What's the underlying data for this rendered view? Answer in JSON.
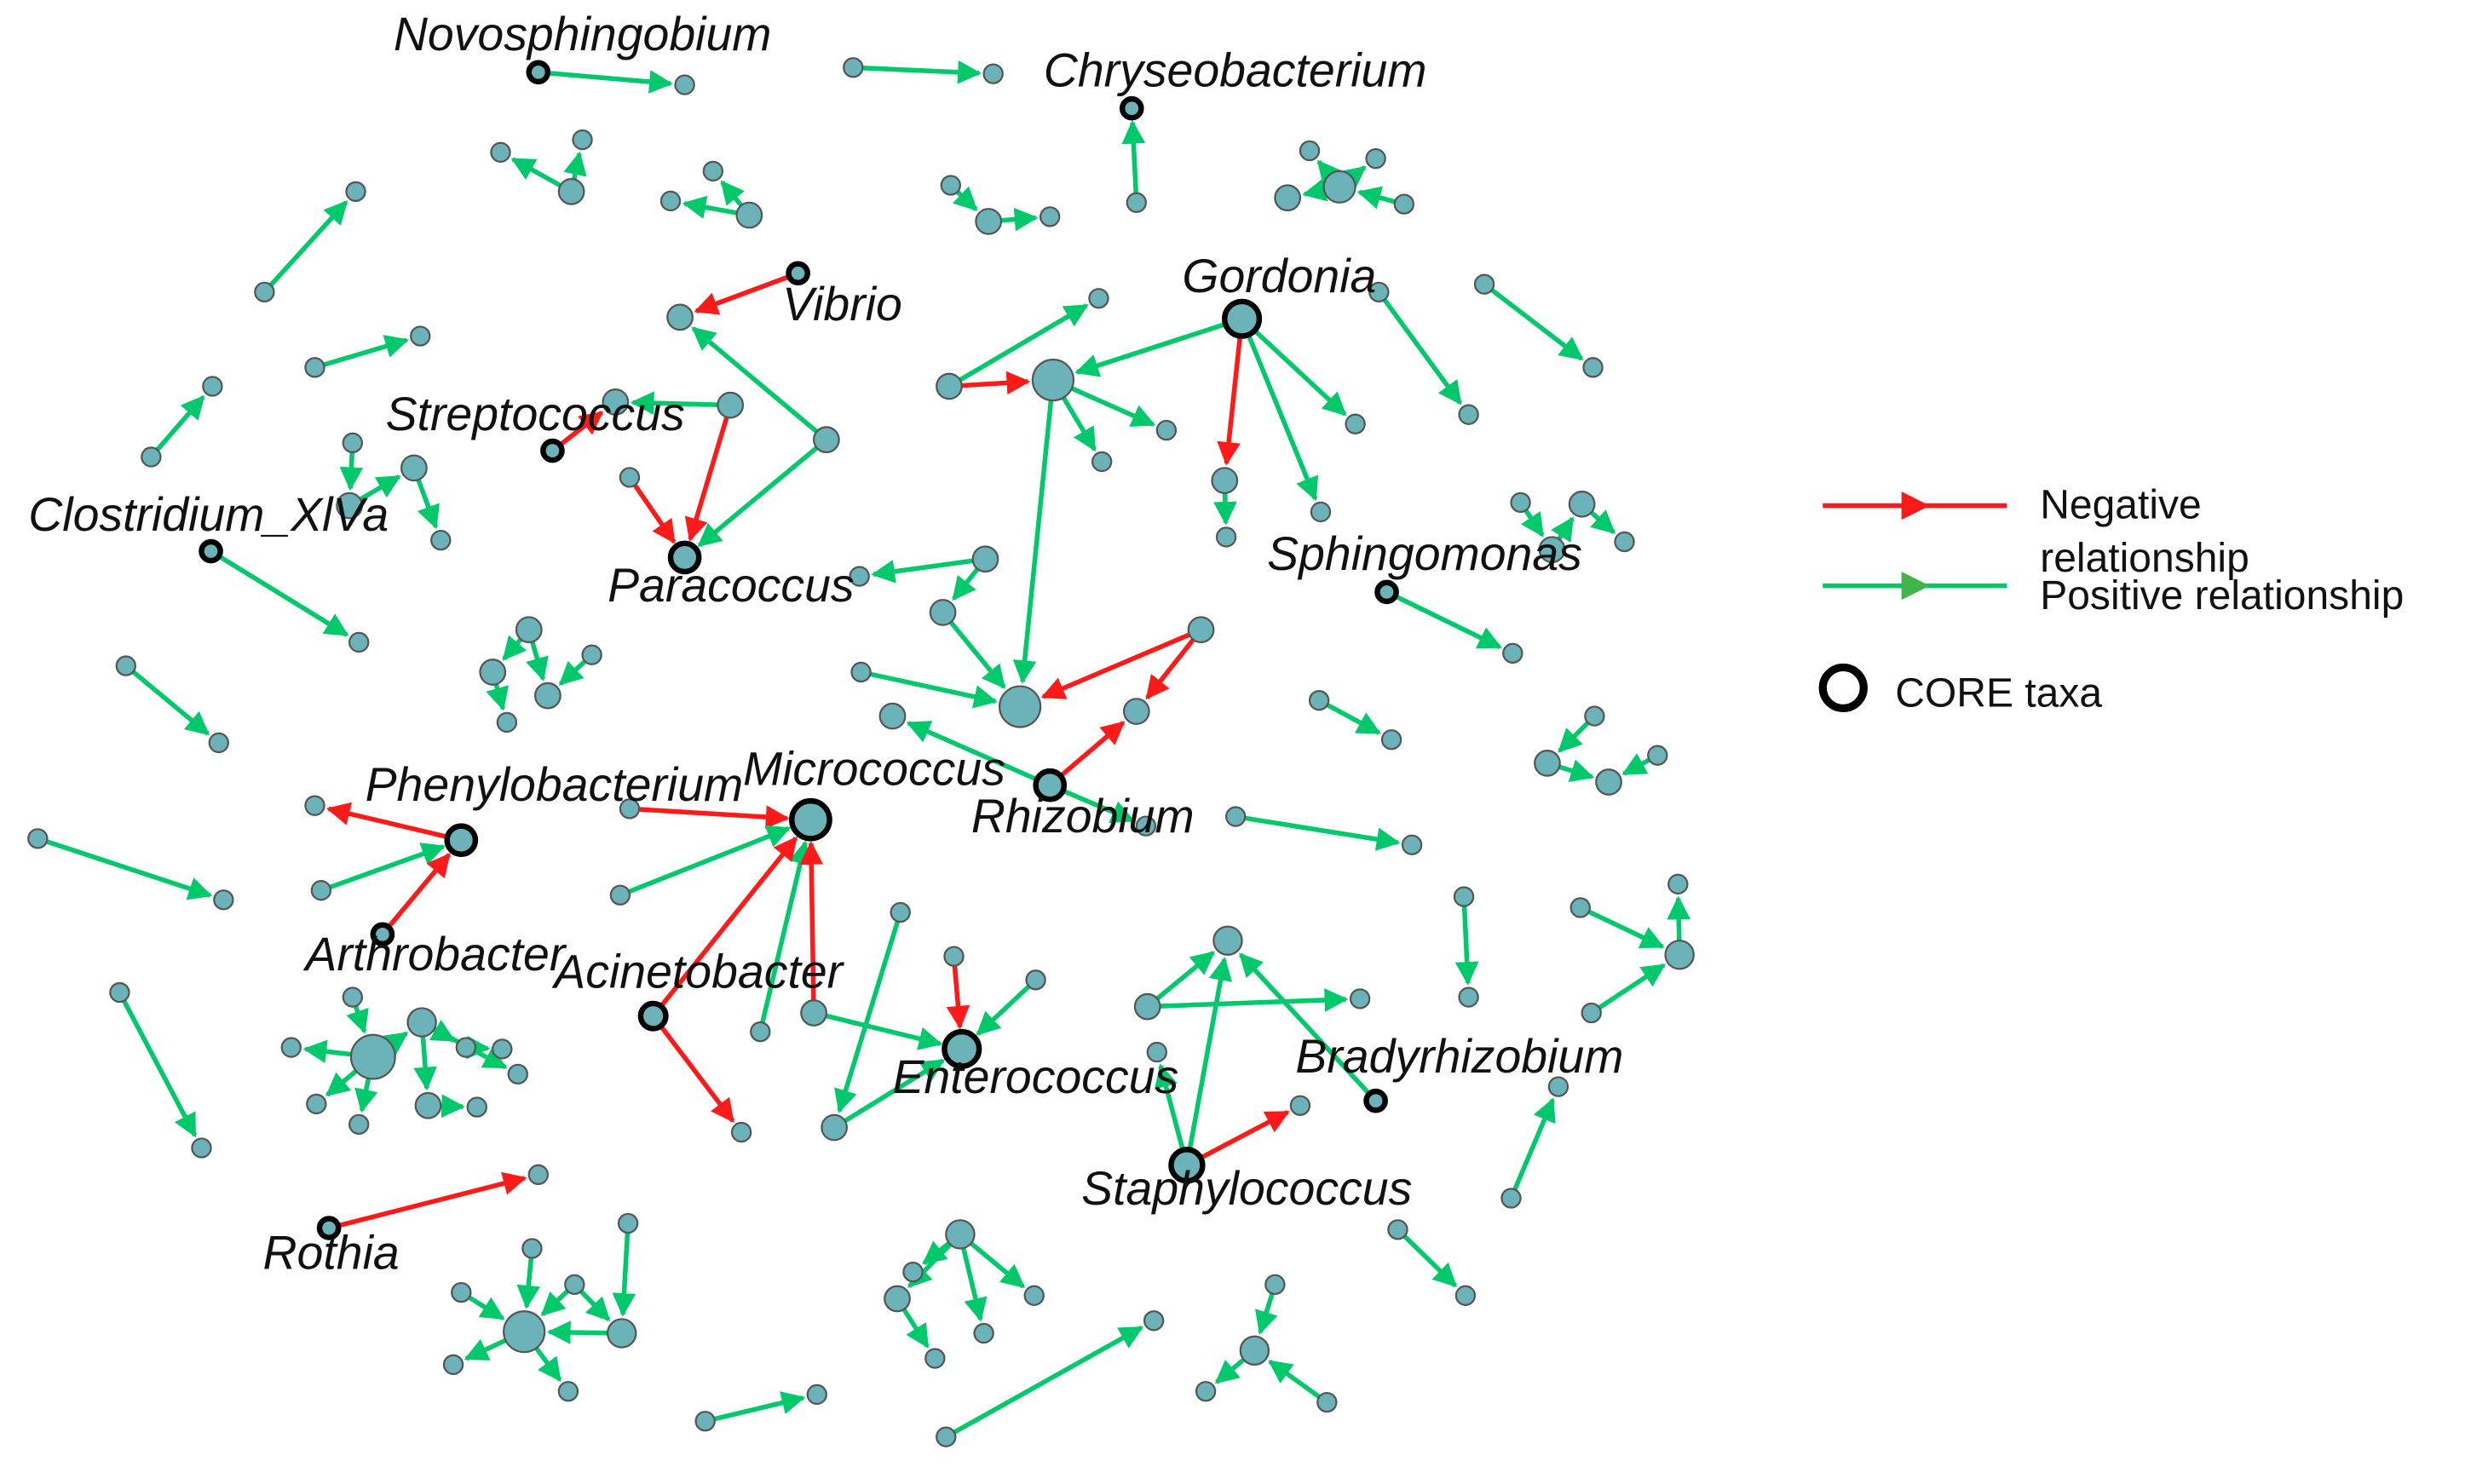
{
  "colors": {
    "negative": "#ff1a1a",
    "positive": "#00c96b",
    "node_fill": "#6bb3b8",
    "node_stroke": "#555555",
    "core_stroke": "#000000"
  },
  "legend": {
    "negative_label": "Negative relationship",
    "negative_label_line1": "Negative",
    "negative_label_line2": "relationship",
    "positive_label": "Positive relationship",
    "core_label": "CORE taxa"
  },
  "labels": {
    "novosphingobium": "Novosphingobium",
    "chryseobacterium": "Chryseobacterium",
    "vibrio": "Vibrio",
    "gordonia": "Gordonia",
    "streptococcus": "Streptococcus",
    "clostridium": "Clostridium_XlVa",
    "paracoccus": "Paracoccus",
    "sphingomonas": "Sphingomonas",
    "phenylobacterium": "Phenylobacterium",
    "micrococcus": "Micrococcus",
    "rhizobium": "Rhizobium",
    "arthrobacter": "Arthrobacter",
    "acinetobacter": "Acinetobacter",
    "enterococcus": "Enterococcus",
    "bradyrhizobium": "Bradyrhizobium",
    "staphylococcus": "Staphylococcus",
    "rothia": "Rothia"
  }
}
